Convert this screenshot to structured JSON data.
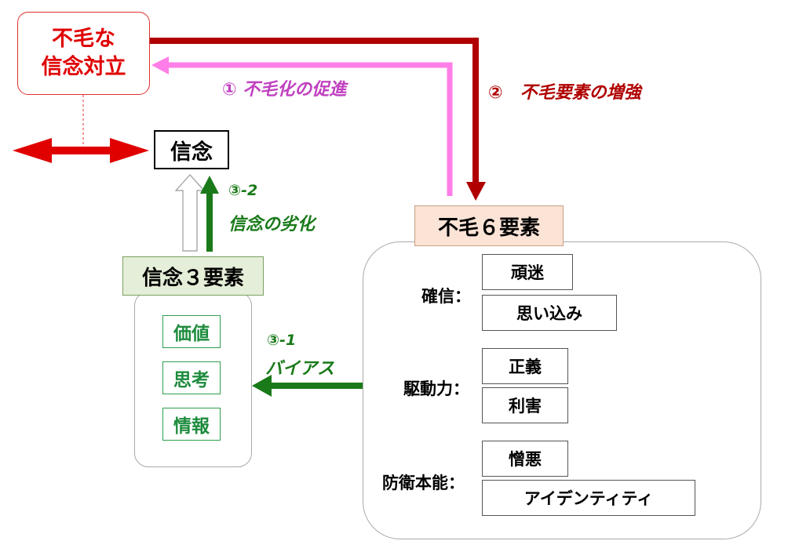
{
  "conflict": {
    "line1": "不毛な",
    "line2": "信念対立"
  },
  "belief": {
    "label": "信念"
  },
  "three_elements": {
    "title": "信念３要素",
    "items": [
      "価値",
      "思考",
      "情報"
    ]
  },
  "six_elements": {
    "title": "不毛６要素",
    "groups": [
      {
        "label": "確信：",
        "items": [
          "頑迷",
          "思い込み"
        ]
      },
      {
        "label": "駆動力：",
        "items": [
          "正義",
          "利害"
        ]
      },
      {
        "label": "防衛本能：",
        "items": [
          "憎悪",
          "アイデンティティ"
        ]
      }
    ]
  },
  "arrows": {
    "promotion": "① 不毛化の促進",
    "reinforce": "②　不毛要素の増強",
    "bias_num": "③-1",
    "bias": "バイアス",
    "degrade_num": "③-2",
    "degrade": "信念の劣化"
  },
  "colors": {
    "dark_red": "#b00000",
    "pink": "#ff7ee8",
    "green": "#1a7a1a",
    "red": "#e00000"
  }
}
